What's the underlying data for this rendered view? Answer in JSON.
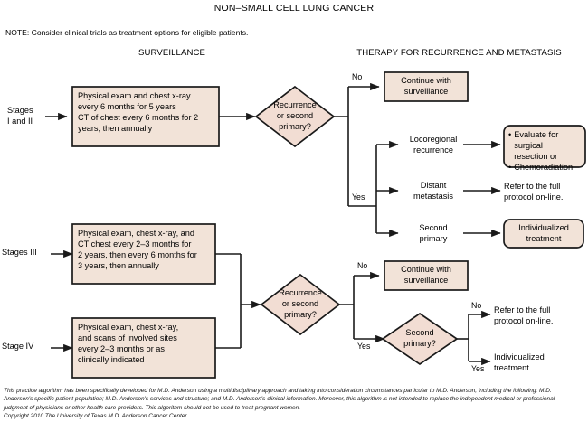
{
  "page": {
    "title": "NON–SMALL CELL LUNG CANCER",
    "note": "NOTE: Consider clinical trials as treatment options for eligible patients."
  },
  "colors": {
    "box_fill": "#f2e3d8",
    "diamond_fill": "#f2ddd3",
    "stroke": "#1a1a1a",
    "text": "#000000",
    "background": "#ffffff"
  },
  "columns": {
    "left_heading": "SURVEILLANCE",
    "right_heading": "THERAPY FOR RECURRENCE AND METASTASIS"
  },
  "stages": [
    {
      "id": "stages-i-and-ii",
      "label": "Stages\nI and II"
    },
    {
      "id": "stages-iii",
      "label": "Stages III"
    },
    {
      "id": "stage-iv",
      "label": "Stage IV"
    }
  ],
  "surveillance_boxes": [
    {
      "id": "surveillance-box-stage-i-ii",
      "text": "Physical exam and chest x-ray\nevery 6 months for 5 years\nCT of chest every 6 months for 2\nyears, then annually"
    },
    {
      "id": "surveillance-box-stage-iii",
      "text": "Physical exam, chest x-ray, and\nCT chest every 2–3 months for\n2 years, then every 6 months for\n3 years, then annually"
    },
    {
      "id": "surveillance-box-stage-iv",
      "text": "Physical exam, chest x-ray,\nand scans of involved sites\nevery 2–3 months or as\nclinically indicated"
    }
  ],
  "decisions": [
    {
      "id": "recurrence-decision-top",
      "label": "Recurrence\nor second\nprimary?"
    },
    {
      "id": "recurrence-decision-bottom",
      "label": "Recurrence\nor second\nprimary?"
    },
    {
      "id": "second-primary-decision",
      "label": "Second\nprimary?"
    }
  ],
  "edge_labels": {
    "no_top": "No",
    "yes_top": "Yes",
    "no_bottom": "No",
    "yes_bottom": "Yes",
    "no_second_primary": "No",
    "yes_second_primary": "Yes"
  },
  "therapy_top": {
    "continue_surveillance": "Continue with\nsurveillance",
    "branches": [
      {
        "id": "locoregional-recurrence",
        "label": "Locoregional\nrecurrence"
      },
      {
        "id": "distant-metastasis",
        "label": "Distant\nmetastasis"
      },
      {
        "id": "second-primary",
        "label": "Second\nprimary"
      }
    ],
    "surgical_box": {
      "id": "evaluate-surgical-box",
      "items": [
        "Evaluate for surgical\nresection or",
        "Chemoradiation"
      ]
    },
    "refer_protocol": "Refer to the full\nprotocol on-line.",
    "individualized_treatment": "Individualized\ntreatment"
  },
  "therapy_bottom": {
    "continue_surveillance": "Continue with\nsurveillance",
    "refer_protocol": "Refer to the full\nprotocol on-line.",
    "individualized_treatment": "Individualized\ntreatment"
  },
  "footer": {
    "disclaimer": "This practice algorithm has been specifically developed for M.D. Anderson using a multidisciplinary approach and taking into consideration circumstances particular to M.D. Anderson, including the following: M.D. Anderson's specific patient population; M.D. Anderson's services and structure; and M.D. Anderson's clinical information. Moreover, this algorithm is not intended to replace the independent medical or professional judgment of physicians or other health care providers. This algorithm should not be used to treat pregnant women.",
    "copyright": "Copyright 2010 The University of Texas M.D. Anderson Cancer Center."
  }
}
